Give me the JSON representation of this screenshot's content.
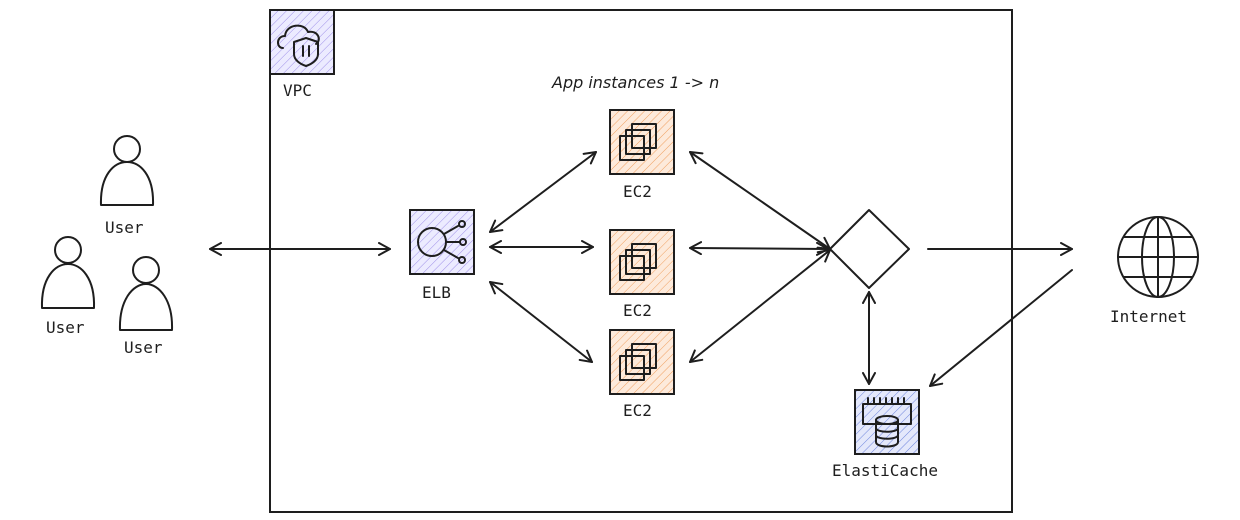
{
  "caption": "App instances 1 -> n",
  "vpc": {
    "label": "VPC",
    "icon": "vpc-shield-icon",
    "color": "#7f6fd6"
  },
  "users": [
    {
      "label": "User"
    },
    {
      "label": "User"
    },
    {
      "label": "User"
    }
  ],
  "elb": {
    "label": "ELB",
    "icon": "load-balancer-icon",
    "color": "#7f6fd6"
  },
  "ec2": [
    {
      "label": "EC2",
      "icon": "ec2-instance-icon"
    },
    {
      "label": "EC2",
      "icon": "ec2-instance-icon"
    },
    {
      "label": "EC2",
      "icon": "ec2-instance-icon"
    }
  ],
  "ec2_color": "#f0a060",
  "cache": {
    "label": "ElastiCache",
    "icon": "elasticache-icon",
    "color": "#4a63c8"
  },
  "internet": {
    "label": "Internet",
    "icon": "globe-icon"
  }
}
